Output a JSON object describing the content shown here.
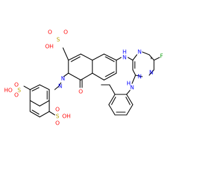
{
  "diagram": {
    "type": "chemical-structure",
    "atom_colors": {
      "C": "#000000",
      "N": "#0000ff",
      "O": "#ff0000",
      "S": "#b8a000",
      "F": "#009900"
    },
    "labels": {
      "so3h_top_o1": "O",
      "so3h_top_o2": "O",
      "so3h_top_s": "S",
      "so3h_top_oh": "OH",
      "ho_left": "HO",
      "s_left": "S",
      "o_left_top": "O",
      "o_left_bottom": "O",
      "s_mid": "S",
      "o_mid_1": "O",
      "oh_mid": "OH",
      "o_mid_2": "O",
      "azo_n1": "N",
      "azo_n2": "N",
      "carbonyl_o": "O",
      "nh_link": "H",
      "nh_link_n": "N",
      "triazine_n1": "N",
      "triazine_n2": "N",
      "triazine_n3": "N",
      "fluoro": "F",
      "nh_anilino_h": "H",
      "nh_anilino_n": "N"
    }
  }
}
